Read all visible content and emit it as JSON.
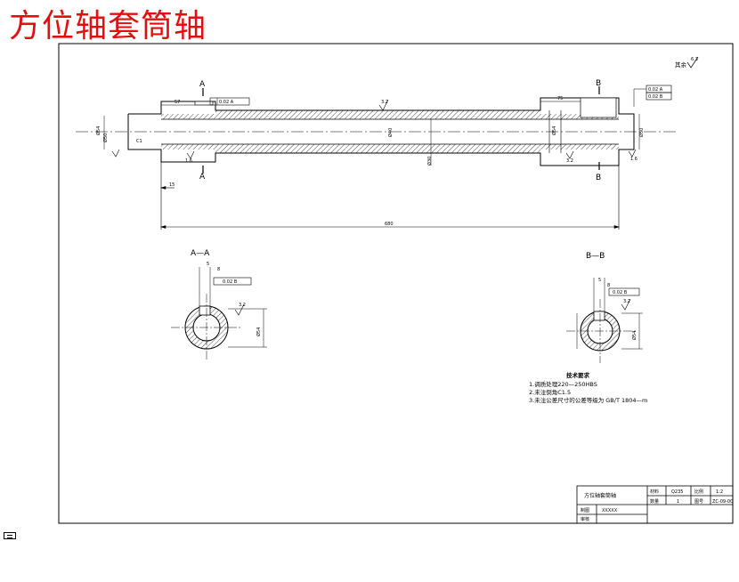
{
  "title": "方位轴套筒轴",
  "surface_finish_note": "其余",
  "roughness_default": "6.3",
  "section_markers": {
    "a_top": "A",
    "a_bottom": "A",
    "b_top": "B",
    "b_bottom": "B"
  },
  "dimensions": {
    "overall_length": "680",
    "left_step": "57",
    "right_step": "75",
    "left_small": "15",
    "left_dia": "Ø54",
    "left_dia2": "Ø50",
    "mid_dia": "Ø40",
    "bore_dia": "Ø30",
    "right_dia": "Ø54",
    "right_dia2": "Ø50",
    "chamfer": "C1",
    "roughness_1": "3.2",
    "roughness_2": "1.6",
    "roughness_3": "3.2",
    "roughness_4": "1.6"
  },
  "tolerance_frames": {
    "a_flat": "0.02 A",
    "b_flat": "0.02 A",
    "b_sym": "0.02 B"
  },
  "section_a": {
    "title": "A—A",
    "width": "8",
    "depth": "5",
    "frame": "0.02 B",
    "roughness": "3.2",
    "dia": "Ø54"
  },
  "section_b": {
    "title": "B—B",
    "width": "8",
    "depth": "5",
    "frame": "0.02 B",
    "roughness": "3.2",
    "dia": "Ø54"
  },
  "tech_requirements": {
    "heading": "技术要求",
    "items": [
      "1.调质处理220—250HBS",
      "2.未注倒角C1.5",
      "3.未注公差尺寸的公差等级为 GB/T 1804—m"
    ]
  },
  "title_block": {
    "part_name": "方位轴套筒轴",
    "material_label": "材料",
    "material_value": "Q235",
    "scale_label": "比例",
    "scale_value": "1:2",
    "qty_label": "数量",
    "qty_value": "1",
    "drawing_no_label": "图号",
    "drawing_no_value": "ZC-09-00",
    "drawn_label": "制图",
    "drawn_value": "XXXXX",
    "check_label": "审核",
    "check_value": ""
  }
}
